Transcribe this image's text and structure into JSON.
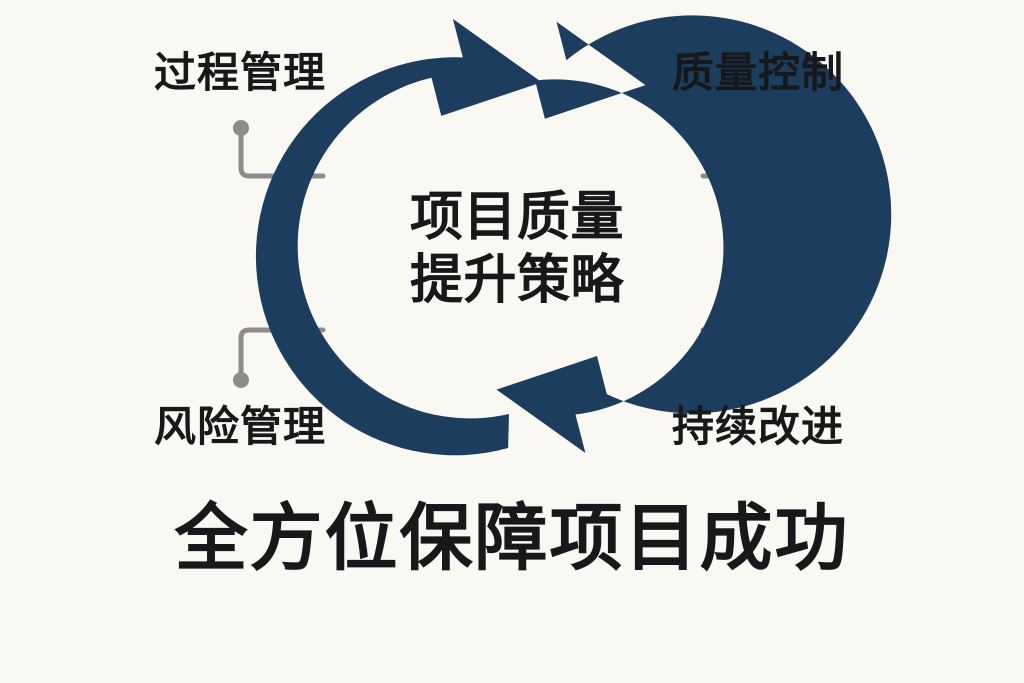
{
  "theme": {
    "background_color": "#FAF8F3",
    "accent_color": "#1C3D5E",
    "text_color": "#17181A",
    "connector_color": "#8C8C8C"
  },
  "center": {
    "line1": "项目质量",
    "line2": "提升策略"
  },
  "nodes": [
    {
      "id": "process-management",
      "label": "过程管理",
      "position": "top-left"
    },
    {
      "id": "quality-control",
      "label": "质量控制",
      "position": "top-right"
    },
    {
      "id": "risk-management",
      "label": "风险管理",
      "position": "bottom-left"
    },
    {
      "id": "continuous-improvement",
      "label": "持续改进",
      "position": "bottom-right"
    }
  ],
  "headline": "全方位保障项目成功",
  "diagram": {
    "type": "cycle",
    "arrow_count": 2,
    "arrow_directions": [
      "clockwise-top",
      "clockwise-bottom"
    ]
  }
}
